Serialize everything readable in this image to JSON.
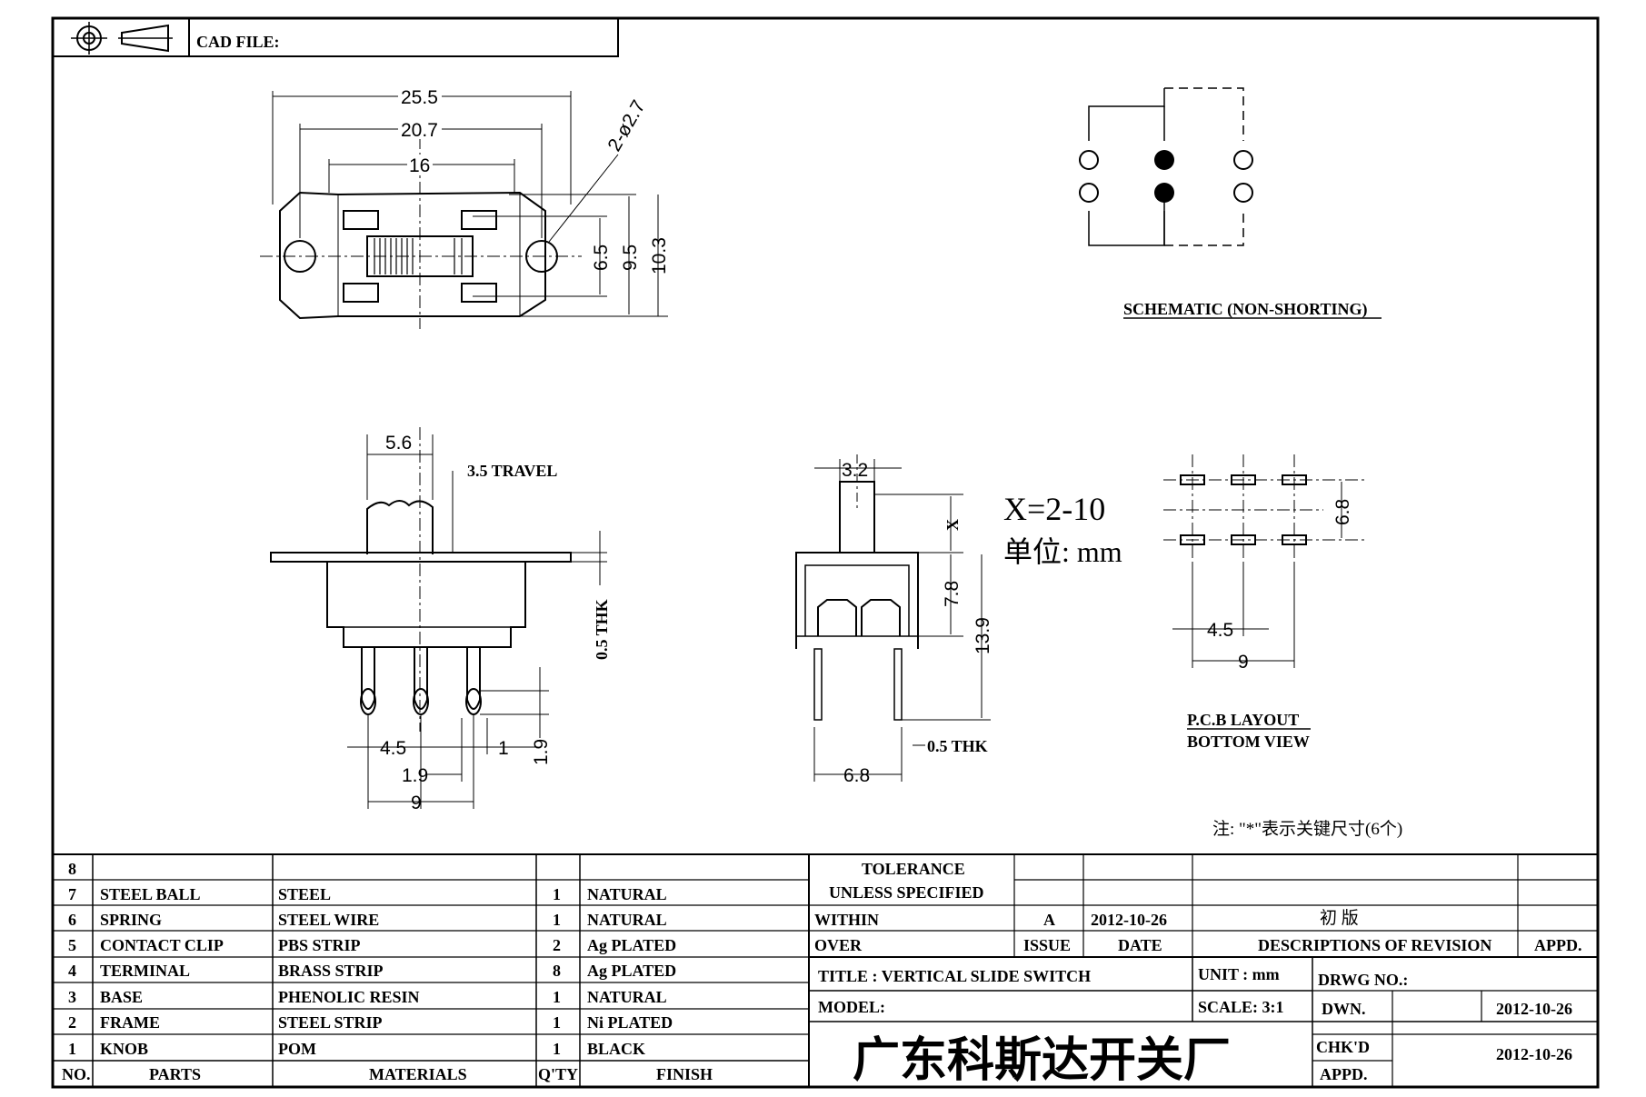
{
  "title_block": {
    "cad_file_label": "CAD FILE:"
  },
  "top_view": {
    "dim_overall_length": "25.5",
    "dim_hole_pitch": "20.7",
    "dim_body_length": "16",
    "dim_hole_dia": "2-ø2.7",
    "dim_slot": "6.5",
    "dim_body_width": "9.5",
    "dim_flange_width": "10.3"
  },
  "schematic": {
    "caption": "SCHEMATIC (NON-SHORTING)"
  },
  "side_view": {
    "dim_knob": "5.6",
    "dim_travel": "3.5 TRAVEL",
    "dim_thickness": "0.5 THK",
    "dim_pitch": "4.5",
    "dim_pin_offset": "1.9",
    "dim_pin_width": "1",
    "dim_pin_hole": "1.9",
    "dim_total": "9"
  },
  "end_view": {
    "dim_knob_width": "3.2",
    "dim_x": "X",
    "dim_body": "7.8",
    "dim_height": "13.9",
    "dim_thk": "0.5 THK",
    "dim_width": "6.8"
  },
  "notes": {
    "x_range": "X=2-10",
    "unit": "单位: mm",
    "pcb_title_line1": "P.C.B LAYOUT",
    "pcb_title_line2": "BOTTOM VIEW",
    "pcb_dim_row": "6.8",
    "pcb_dim_pitch": "4.5",
    "pcb_dim_total": "9",
    "footnote": "注: \"*\"表示关键尺寸(6个)"
  },
  "bom": {
    "headers": {
      "no": "NO.",
      "parts": "PARTS",
      "materials": "MATERIALS",
      "qty": "Q'TY",
      "finish": "FINISH"
    },
    "rows": [
      {
        "no": "8",
        "part": "",
        "material": "",
        "qty": "",
        "finish": ""
      },
      {
        "no": "7",
        "part": "STEEL BALL",
        "material": "STEEL",
        "qty": "1",
        "finish": "NATURAL"
      },
      {
        "no": "6",
        "part": "SPRING",
        "material": "STEEL WIRE",
        "qty": "1",
        "finish": "NATURAL"
      },
      {
        "no": "5",
        "part": "CONTACT CLIP",
        "material": "PBS STRIP",
        "qty": "2",
        "finish": "Ag PLATED"
      },
      {
        "no": "4",
        "part": "TERMINAL",
        "material": "BRASS STRIP",
        "qty": "8",
        "finish": "Ag PLATED"
      },
      {
        "no": "3",
        "part": "BASE",
        "material": "PHENOLIC RESIN",
        "qty": "1",
        "finish": "NATURAL"
      },
      {
        "no": "2",
        "part": "FRAME",
        "material": "STEEL STRIP",
        "qty": "1",
        "finish": "Ni PLATED"
      },
      {
        "no": "1",
        "part": "KNOB",
        "material": "POM",
        "qty": "1",
        "finish": "BLACK"
      }
    ]
  },
  "revision": {
    "tolerance_line1": "TOLERANCE",
    "tolerance_line2": "UNLESS  SPECIFIED",
    "within": "WITHIN",
    "over": "OVER",
    "issue_value": "A",
    "date_value": "2012-10-26",
    "desc_value": "初 版",
    "issue_label": "ISSUE",
    "date_label": "DATE",
    "desc_label": "DESCRIPTIONS OF REVISION",
    "appd_label": "APPD."
  },
  "info": {
    "title": "TITLE :  VERTICAL SLIDE SWITCH",
    "unit": "UNIT :  mm",
    "drwg_no": "DRWG NO.:",
    "model": "MODEL:",
    "scale": "SCALE:  3:1",
    "dwn_label": "DWN.",
    "dwn_date": "2012-10-26",
    "company": "广东科斯达开关厂",
    "chkd_label": "CHK'D",
    "chkd_date": "2012-10-26",
    "appd_label": "APPD."
  }
}
